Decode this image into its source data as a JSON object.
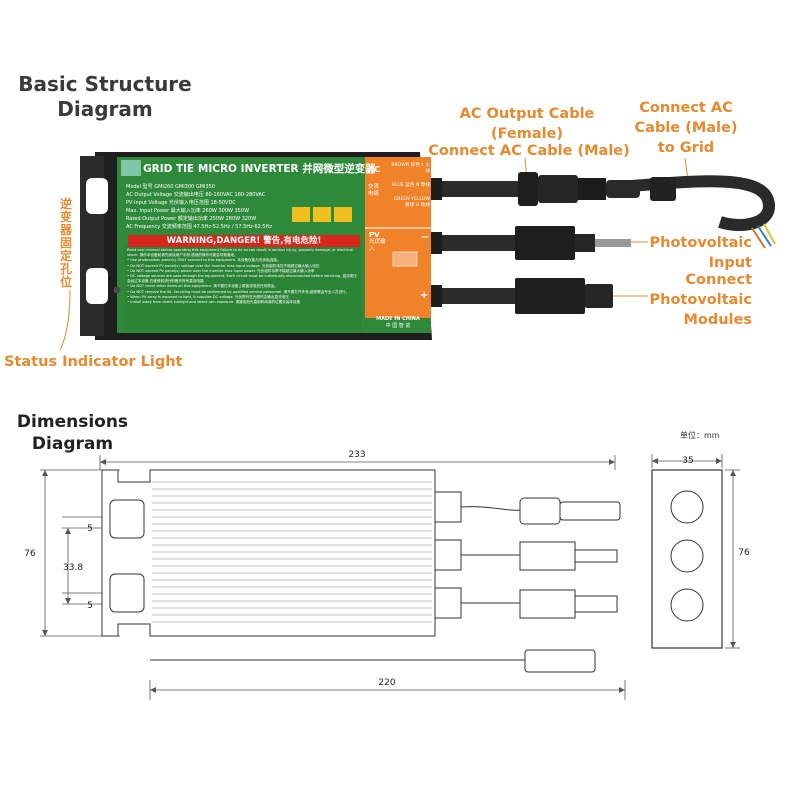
{
  "structure": {
    "title_line1": "Basic Structure",
    "title_line2": "Diagram",
    "callouts": {
      "ac_output_line1": "AC Output Cable",
      "ac_output_line2": "(Female)",
      "connect_ac": "Connect AC Cable (Male)",
      "grid_line1": "Connect AC",
      "grid_line2": "Cable (Male)",
      "grid_line3": "to Grid",
      "pv_input_line1": "Photovoltaic",
      "pv_input_line2": "Input",
      "pv_modules_line1": "Connect",
      "pv_modules_line2": "Photovoltaic",
      "pv_modules_line3": "Modules",
      "status_light": "Status Indicator Light",
      "mounting_hole_cn": [
        "逆",
        "变",
        "器",
        "固",
        "定",
        "孔",
        "位"
      ]
    }
  },
  "label_panel": {
    "title": "GRID TIE MICRO INVERTER",
    "title_cn": "并网微型逆变器",
    "model_label": "Model 型号",
    "models": [
      "GMI260",
      "GMI300",
      "GMI350"
    ],
    "specs": [
      {
        "label": "AC Output Voltage 交流输出电压",
        "values": [
          "80-160VAC",
          "180-280VAC"
        ]
      },
      {
        "label": "PV Input Voltage 光伏输入电压范围",
        "values": [
          "18-50VDC"
        ]
      },
      {
        "label": "Max. Input Power 最大输入功率",
        "values": [
          "260W",
          "300W",
          "350W"
        ]
      },
      {
        "label": "Rated Output Power 额定输出功率",
        "values": [
          "250W",
          "280W",
          "320W"
        ]
      },
      {
        "label": "AC Frequency 交流频率范围",
        "values": [
          "47.5Hz-52.5Hz / 57.5Hz-62.5Hz"
        ]
      }
    ],
    "warning": "WARNING,DANGER! 警告,有电危险!",
    "notes": [
      "Read user manual before operating this equipment.Failure to do so can result in serious injury, property damage, or electrical shock. 操作本设备前请先阅读用户手册,错误的操作可能会导致触电。",
      "• Use photovoltaic panel(s) ONLY connect to this equipment. 本设备仅能与光伏板连接。",
      "• Do NOT exceed PV panel(s) voltage over the inverter max input voltage. 光伏组件电压不能超过最大输入电压",
      "• Do NOT exceed PV panel(s) power over the inverter max input power. 光伏组件功率不能超过最大输入功率",
      "• DC voltage sources are pass through the equipment. Each circuit must be individually disconnected before servicing. 直流电压会经过本设备,在维修前请分别断开所有直流电路",
      "• Do NOT cover other items on this equipment. 请不要在本设备上覆盖或堆放任何物品。",
      "• Do NOT remove the lid. Servicing must be performed by qualified service personnel. 请不要打开外壳,维修需由专业人员进行。",
      "• When PV array is exposed to light, it supplies DC voltage. 光伏阵列在光照时会输出直流电压",
      "• Install away from direct sunlight and direct rain exposure. 请避免阳光直射和雨淋的位置安装本设备"
    ],
    "ac_side": {
      "ac_label": "AC",
      "ac_cn": "交流电缆",
      "wires": [
        "BROWN 棕色 L 火线",
        "BLUE 蓝色 N 零线",
        "GREEN YELLOW 黄绿 G 地线"
      ]
    },
    "pv_side": {
      "pv_label": "PV",
      "pv_cn": "光伏输入",
      "minus": "−",
      "plus": "+"
    },
    "made_in": "MADE IN CHINA",
    "made_in_cn": "中 国 智 造"
  },
  "dimensions": {
    "title_line1": "Dimensions",
    "title_line2": "Diagram",
    "unit_label": "单位：mm",
    "length": "233",
    "cable_length": "220",
    "height": "76",
    "hole_spacing": "33.8",
    "slot_width_top": "5",
    "slot_width_bottom": "5",
    "side_width": "35",
    "side_height": "76"
  },
  "colors": {
    "accent": "#e8892e",
    "inverter_green": "#2e8a3a",
    "inverter_orange": "#f0822a",
    "housing": "#222222",
    "warning_red": "#d9261c"
  }
}
